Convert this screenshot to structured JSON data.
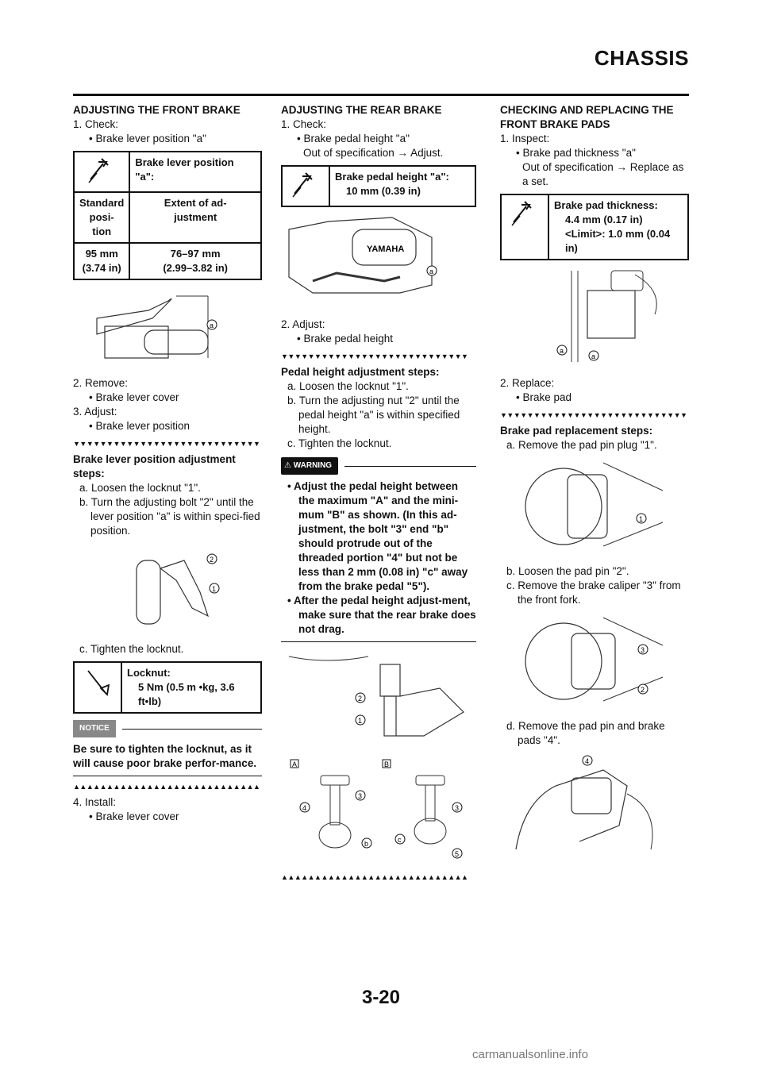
{
  "header": {
    "title": "CHASSIS"
  },
  "page_number": "3-20",
  "watermark": "carmanualsonline.info",
  "col1": {
    "heading": "ADJUSTING THE FRONT BRAKE",
    "step1": "1.  Check:",
    "step1_bullet": "• Brake lever position \"a\"",
    "table1": {
      "title": "Brake lever position \"a\":",
      "col_a": "Standard posi-\ntion",
      "col_b": "Extent of ad-\njustment",
      "val_a": "95 mm (3.74 in)",
      "val_b1": "76–97 mm",
      "val_b2": "(2.99–3.82 in)"
    },
    "fig1_label": "a",
    "step2": "2.  Remove:",
    "step2_bullet": "• Brake lever cover",
    "step3": "3.  Adjust:",
    "step3_bullet": "• Brake lever position",
    "tri_down": "▼▼▼▼▼▼▼▼▼▼▼▼▼▼▼▼▼▼▼▼▼▼▼▼▼▼▼▼",
    "sub_heading": "Brake lever position adjustment steps:",
    "sub_a": "a.  Loosen the locknut \"1\".",
    "sub_b": "b.  Turn the adjusting bolt \"2\" until the lever position \"a\"  is within speci-fied position.",
    "fig2_label1": "1",
    "fig2_label2": "2",
    "sub_c": "c.  Tighten the locknut.",
    "table2": {
      "title": "Locknut:",
      "line1": "5 Nm (0.5 m •kg, 3.6",
      "line2": "ft•lb)"
    },
    "notice_label": "NOTICE",
    "notice_text": "Be sure to tighten the locknut, as it will cause poor brake perfor-mance.",
    "tri_up": "▲▲▲▲▲▲▲▲▲▲▲▲▲▲▲▲▲▲▲▲▲▲▲▲▲▲▲▲",
    "step4": "4.  Install:",
    "step4_bullet": "• Brake lever cover"
  },
  "col2": {
    "heading": "ADJUSTING THE REAR BRAKE",
    "step1": "1.  Check:",
    "step1_bullet": "• Brake pedal height \"a\"",
    "step1_note": "Out of specification → Adjust.",
    "table1": {
      "title": "Brake pedal height \"a\":",
      "line1": "10 mm (0.39 in)"
    },
    "fig1_label": "a",
    "fig1_brand": "YAMAHA",
    "step2": "2.  Adjust:",
    "step2_bullet": "• Brake pedal height",
    "tri_down": "▼▼▼▼▼▼▼▼▼▼▼▼▼▼▼▼▼▼▼▼▼▼▼▼▼▼▼▼",
    "sub_heading": "Pedal height adjustment steps:",
    "sub_a": "a.  Loosen the locknut \"1\".",
    "sub_b": "b.  Turn the adjusting nut \"2\" until the pedal height \"a\" is within specified height.",
    "sub_c": "c.  Tighten the locknut.",
    "warning_label": "WARNING",
    "warn1": "• Adjust the pedal height between the maximum \"A\" and the mini-mum \"B\" as shown. (In this ad-justment, the bolt \"3\" end \"b\" should protrude out of the threaded portion \"4\" but not be less than 2 mm (0.08 in) \"c\" away from the brake pedal \"5\").",
    "warn2": "• After the pedal height adjust-ment, make sure that the rear brake does not drag.",
    "fig2_labels": [
      "2",
      "1",
      "A",
      "B",
      "3",
      "4",
      "b",
      "3",
      "c",
      "5"
    ],
    "tri_up": "▲▲▲▲▲▲▲▲▲▲▲▲▲▲▲▲▲▲▲▲▲▲▲▲▲▲▲▲"
  },
  "col3": {
    "heading": "CHECKING AND REPLACING THE FRONT BRAKE PADS",
    "step1": "1.  Inspect:",
    "step1_bullet": "• Brake pad thickness \"a\"",
    "step1_note": "Out of specification → Replace as a set.",
    "table1": {
      "title": "Brake pad thickness:",
      "line1": "4.4 mm (0.17 in)",
      "line2": "<Limit>: 1.0 mm (0.04",
      "line3": "in)"
    },
    "fig1_labels": [
      "a",
      "a"
    ],
    "step2": "2.  Replace:",
    "step2_bullet": "• Brake pad",
    "tri_down": "▼▼▼▼▼▼▼▼▼▼▼▼▼▼▼▼▼▼▼▼▼▼▼▼▼▼▼▼",
    "sub_heading": "Brake pad replacement steps:",
    "sub_a": "a.  Remove the pad pin plug \"1\".",
    "fig2_label": "1",
    "sub_b": "b.  Loosen the pad pin \"2\".",
    "sub_c": "c.  Remove the brake caliper \"3\" from the front fork.",
    "fig3_labels": [
      "3",
      "2"
    ],
    "sub_d": "d.  Remove the pad pin and brake pads \"4\".",
    "fig4_label": "4"
  }
}
